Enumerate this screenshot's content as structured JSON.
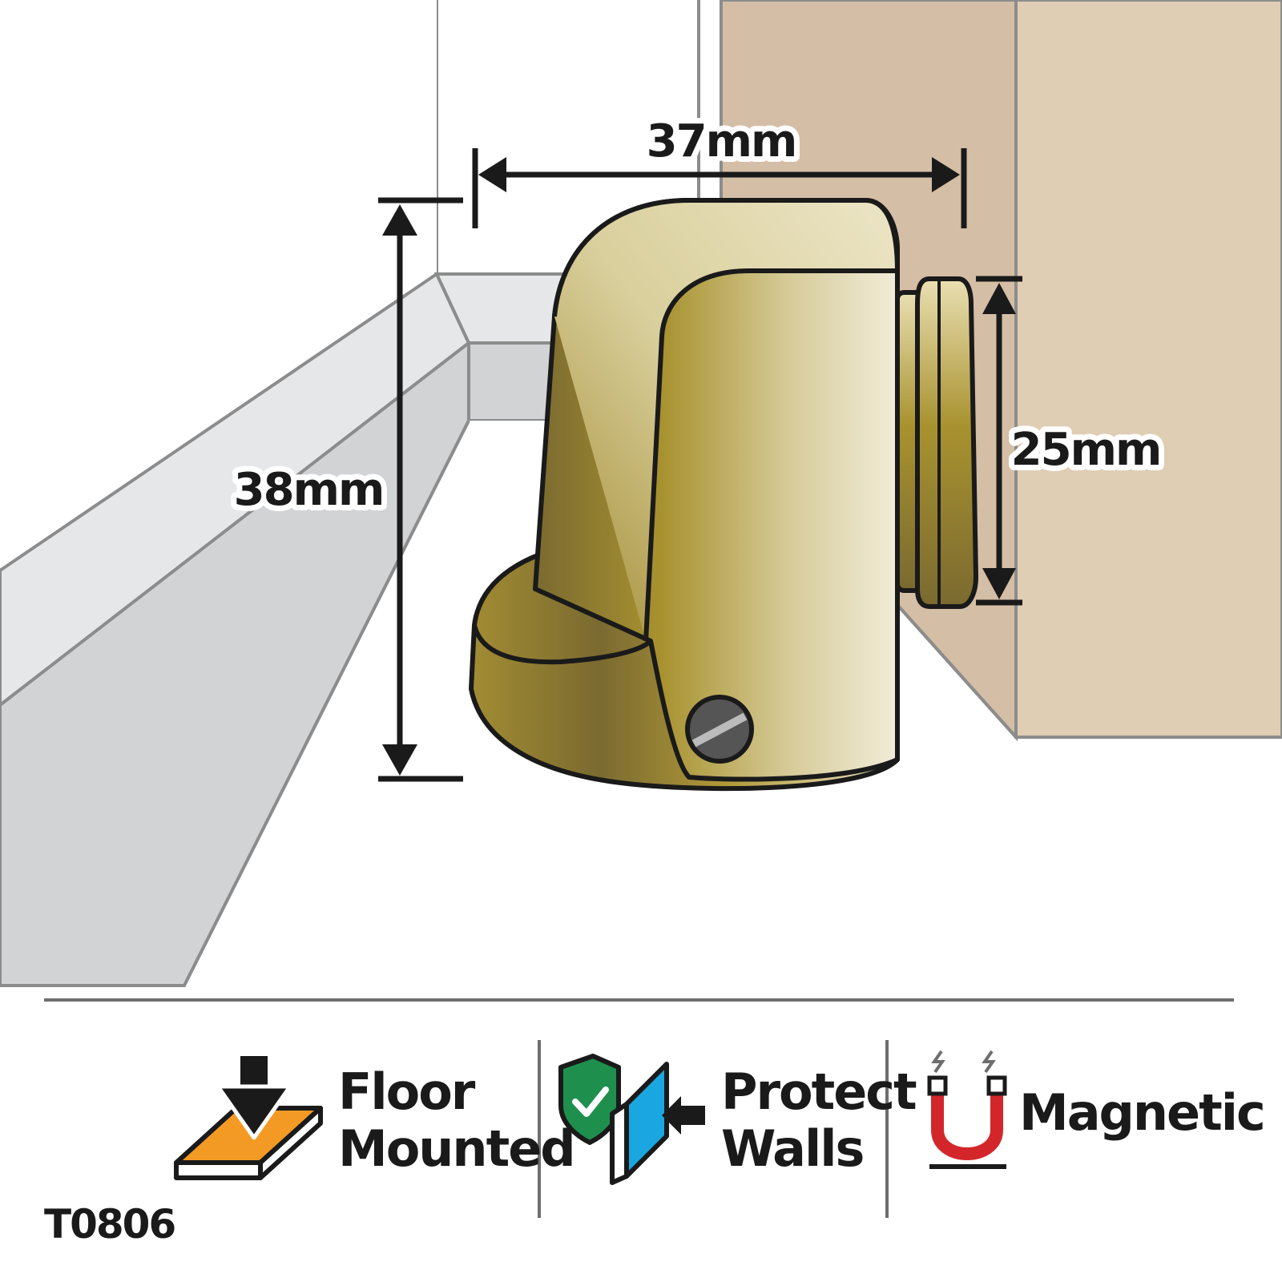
{
  "dimensions": {
    "width": "37mm",
    "height": "38mm",
    "magnet_diameter": "25mm"
  },
  "features": [
    {
      "line1": "Floor",
      "line2": "Mounted",
      "icon": "floor-mounted-icon"
    },
    {
      "line1": "Protect",
      "line2": "Walls",
      "icon": "protect-walls-icon"
    },
    {
      "line1": "Magnetic",
      "line2": "",
      "icon": "magnet-icon"
    }
  ],
  "product_code": "T0806",
  "colors": {
    "brass_light": "#efe8d0",
    "brass_mid": "#b19b36",
    "brass_dark": "#7a6a30",
    "door": "#d5bea6",
    "floor_orange": "#f39a25",
    "shield_green": "#1f8f4e",
    "wall_blue": "#1aa6e0",
    "magnet_red": "#d3262b"
  }
}
